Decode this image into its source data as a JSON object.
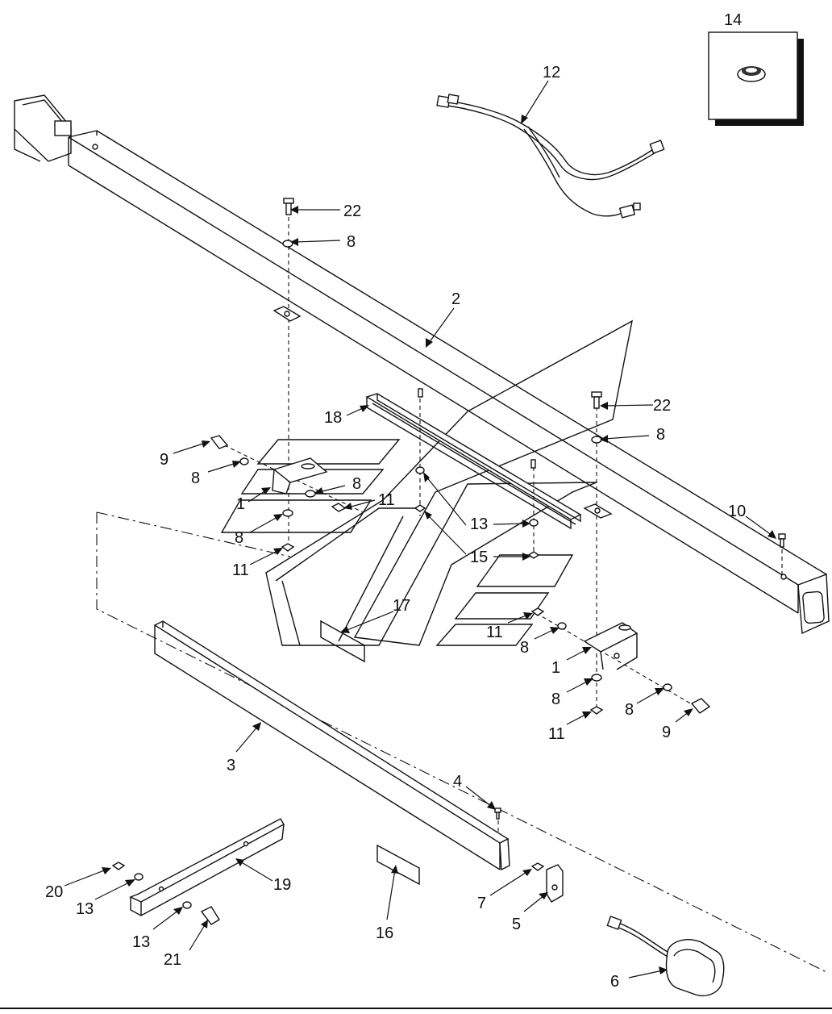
{
  "callouts": [
    {
      "id": "c14",
      "text": "14"
    },
    {
      "id": "c12",
      "text": "12"
    },
    {
      "id": "c22a",
      "text": "22"
    },
    {
      "id": "c8a",
      "text": "8"
    },
    {
      "id": "c2",
      "text": "2"
    },
    {
      "id": "c22b",
      "text": "22"
    },
    {
      "id": "c18",
      "text": "18"
    },
    {
      "id": "c8b",
      "text": "8"
    },
    {
      "id": "c9a",
      "text": "9"
    },
    {
      "id": "c8c",
      "text": "8"
    },
    {
      "id": "c8d",
      "text": "8"
    },
    {
      "id": "c1a",
      "text": "1"
    },
    {
      "id": "c11a",
      "text": "11"
    },
    {
      "id": "c8e",
      "text": "8"
    },
    {
      "id": "c13a",
      "text": "13"
    },
    {
      "id": "c10",
      "text": "10"
    },
    {
      "id": "c15",
      "text": "15"
    },
    {
      "id": "c11b",
      "text": "11"
    },
    {
      "id": "c17",
      "text": "17"
    },
    {
      "id": "c11c",
      "text": "11"
    },
    {
      "id": "c8f",
      "text": "8"
    },
    {
      "id": "c1b",
      "text": "1"
    },
    {
      "id": "c8g",
      "text": "8"
    },
    {
      "id": "c8h",
      "text": "8"
    },
    {
      "id": "c11d",
      "text": "11"
    },
    {
      "id": "c9b",
      "text": "9"
    },
    {
      "id": "c3",
      "text": "3"
    },
    {
      "id": "c4",
      "text": "4"
    },
    {
      "id": "c20",
      "text": "20"
    },
    {
      "id": "c19",
      "text": "19"
    },
    {
      "id": "c13b",
      "text": "13"
    },
    {
      "id": "c7",
      "text": "7"
    },
    {
      "id": "c5",
      "text": "5"
    },
    {
      "id": "c13c",
      "text": "13"
    },
    {
      "id": "c21",
      "text": "21"
    },
    {
      "id": "c16",
      "text": "16"
    },
    {
      "id": "c6",
      "text": "6"
    }
  ]
}
